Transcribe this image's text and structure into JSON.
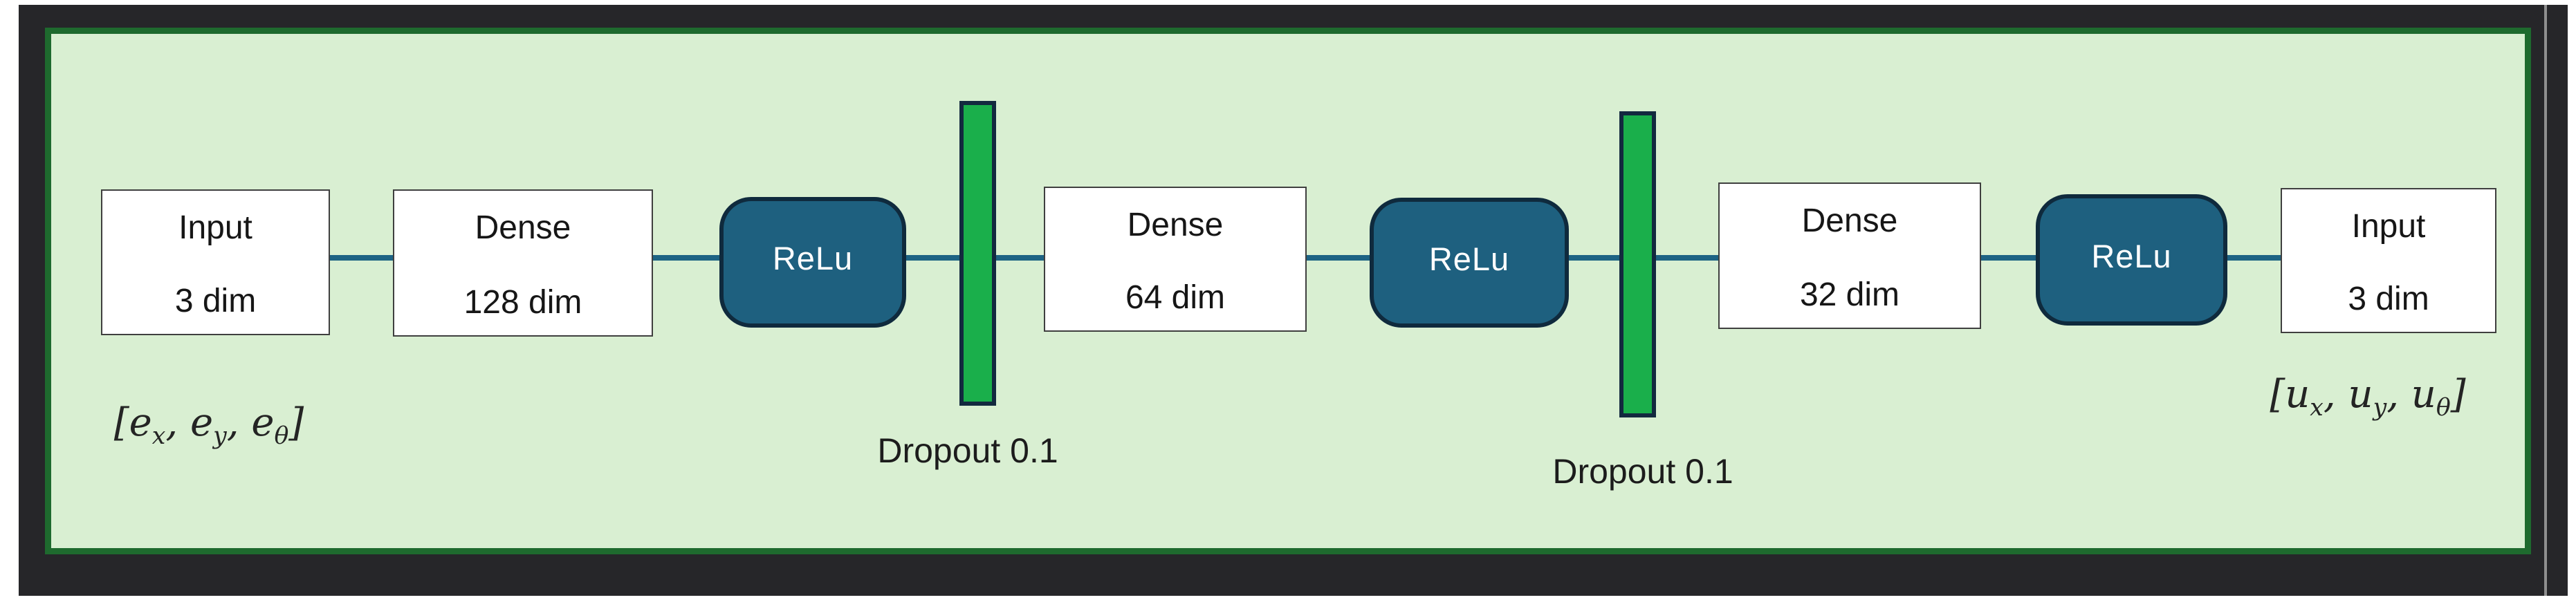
{
  "diagram": {
    "boxes": [
      {
        "line1": "Input",
        "line2": "3 dim"
      },
      {
        "line1": "Dense",
        "line2": "128 dim"
      },
      {
        "line1": "Dense",
        "line2": "64 dim"
      },
      {
        "line1": "Dense",
        "line2": "32 dim"
      },
      {
        "line1": "Input",
        "line2": "3 dim"
      }
    ],
    "activations": [
      {
        "label": "ReLu"
      },
      {
        "label": "ReLu"
      },
      {
        "label": "ReLu"
      }
    ],
    "dropouts": [
      {
        "label": "Dropout 0.1"
      },
      {
        "label": "Dropout 0.1"
      }
    ],
    "input_vector": {
      "open": "[",
      "close": "]",
      "separator": ", ",
      "vars": [
        {
          "base": "e",
          "sub": "x"
        },
        {
          "base": "e",
          "sub": "y"
        },
        {
          "base": "e",
          "sub": "θ"
        }
      ]
    },
    "output_vector": {
      "open": "[",
      "close": "]",
      "separator": ", ",
      "vars": [
        {
          "base": "u",
          "sub": "x"
        },
        {
          "base": "u",
          "sub": "y"
        },
        {
          "base": "u",
          "sub": "θ"
        }
      ]
    },
    "colors": {
      "panel_fill": "#d9efd2",
      "panel_border": "#1e6a2e",
      "frame": "#262629",
      "relu_fill": "#1e607f",
      "relu_border": "#0f2a3d",
      "relu_text": "#ffffff",
      "dropout_bar_fill": "#1aaf4b",
      "dropout_bar_border": "#13293f",
      "connector": "#1d6384",
      "box_fill": "#ffffff",
      "box_border": "#3f3f3f",
      "text": "#161616"
    }
  }
}
